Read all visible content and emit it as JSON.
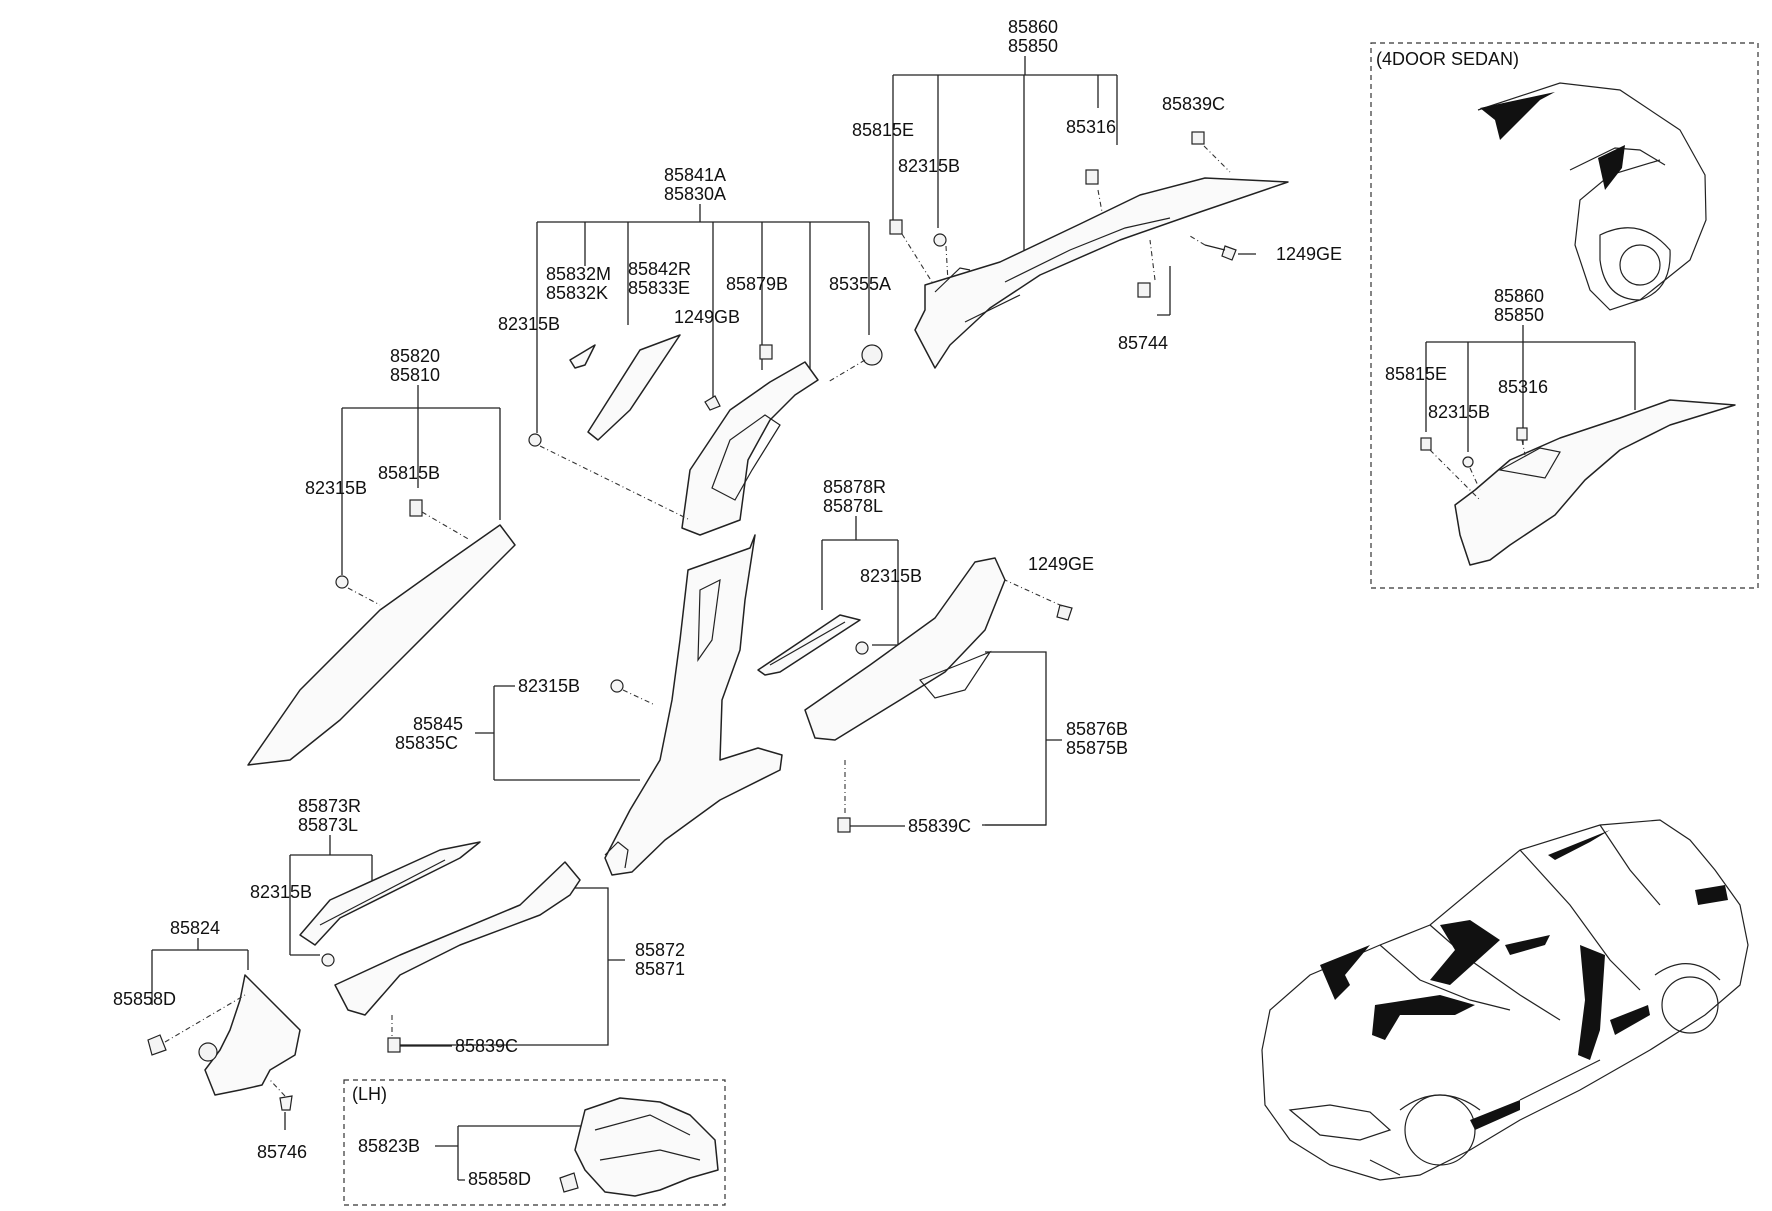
{
  "labels": {
    "p85860": "85860",
    "p85850": "85850",
    "p85815E": "85815E",
    "p82315B_top": "82315B",
    "p85316": "85316",
    "p85839C_top": "85839C",
    "p1249GE_top": "1249GE",
    "p85744": "85744",
    "p85841A": "85841A",
    "p85830A": "85830A",
    "p85832M": "85832M",
    "p85832K": "85832K",
    "p85842R": "85842R",
    "p85833E": "85833E",
    "p85879B": "85879B",
    "p1249GB": "1249GB",
    "p85355A": "85355A",
    "p82315B_b": "82315B",
    "p85820": "85820",
    "p85810": "85810",
    "p82315B_a": "82315B",
    "p85815B": "85815B",
    "p85878R": "85878R",
    "p85878L": "85878L",
    "p82315B_c": "82315B",
    "p1249GE_mid": "1249GE",
    "p82315B_d": "82315B",
    "p85845": "85845",
    "p85835C": "85835C",
    "p85876B": "85876B",
    "p85875B": "85875B",
    "p85839C_mid": "85839C",
    "p85873R": "85873R",
    "p85873L": "85873L",
    "p82315B_e": "82315B",
    "p85872": "85872",
    "p85871": "85871",
    "p85839C_low": "85839C",
    "p85824": "85824",
    "p85858D": "85858D",
    "p85746": "85746",
    "lh_title": "(LH)",
    "p85823B": "85823B",
    "p85858D_lh": "85858D",
    "sedan_title": "(4DOOR SEDAN)",
    "s85860": "85860",
    "s85850": "85850",
    "s85815E": "85815E",
    "s82315B": "82315B",
    "s85316": "85316"
  }
}
